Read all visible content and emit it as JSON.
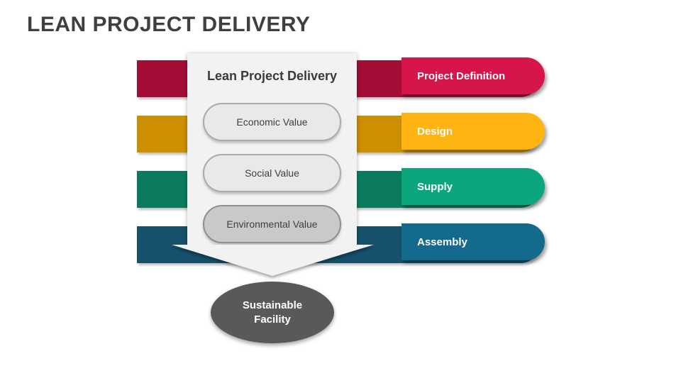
{
  "slide": {
    "title": "LEAN PROJECT DELIVERY",
    "background": "#ffffff",
    "title_color": "#3f3f3f"
  },
  "diagram": {
    "panel": {
      "heading": "Lean Project Delivery",
      "background": "#f2f2f2",
      "values": [
        {
          "label": "Economic Value",
          "fill": "#e9e9e9",
          "border": "#ababab"
        },
        {
          "label": "Social Value",
          "fill": "#e9e9e9",
          "border": "#ababab"
        },
        {
          "label": "Environmental Value",
          "fill": "#c9c9c9",
          "border": "#8f8f8f"
        }
      ]
    },
    "phases": [
      {
        "label": "Project Definition",
        "color": "#d6164a",
        "shadow_color": "#a30d36"
      },
      {
        "label": "Design",
        "color": "#feb511",
        "shadow_color": "#cc8f00"
      },
      {
        "label": "Supply",
        "color": "#0ba57e",
        "shadow_color": "#0b7b5e"
      },
      {
        "label": "Assembly",
        "color": "#136a8c",
        "shadow_color": "#16506a"
      }
    ],
    "result": {
      "line1": "Sustainable",
      "line2": "Facility",
      "color": "#595959",
      "text_color": "#ffffff"
    }
  }
}
